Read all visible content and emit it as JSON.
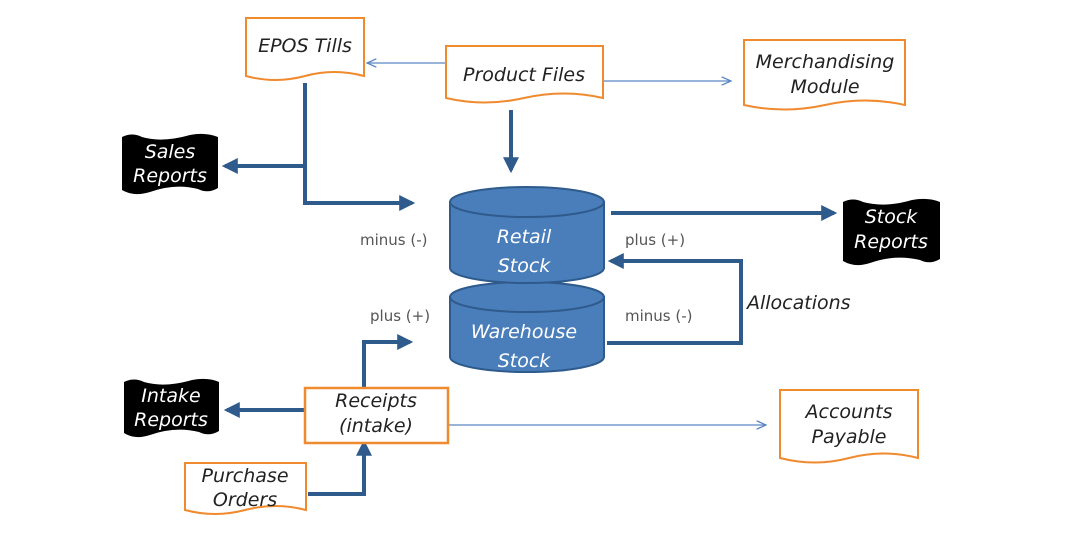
{
  "nodes": {
    "epos_tills": "EPOS Tills",
    "product_files": "Product Files",
    "merchandising_module": [
      "Merchandising",
      "Module"
    ],
    "sales_reports": [
      "Sales",
      "Reports"
    ],
    "retail_stock": [
      "Retail",
      "Stock"
    ],
    "warehouse_stock": [
      "Warehouse",
      "Stock"
    ],
    "stock_reports": [
      "Stock",
      "Reports"
    ],
    "allocations": "Allocations",
    "intake_reports": [
      "Intake",
      "Reports"
    ],
    "receipts": [
      "Receipts",
      "(intake)"
    ],
    "accounts_payable": [
      "Accounts",
      "Payable"
    ],
    "purchase_orders": [
      "Purchase",
      "Orders"
    ]
  },
  "annotations": {
    "retail_minus": "minus (-)",
    "retail_plus": "plus (+)",
    "warehouse_plus": "plus (+)",
    "warehouse_minus": "minus (-)"
  },
  "colors": {
    "document_border": "#f08a2e",
    "report_fill": "#000000",
    "database_fill": "#4a7ebb",
    "database_stroke": "#2f5b8c",
    "arrow": "#2f5b8c",
    "thin_arrow": "#5b86c5"
  }
}
